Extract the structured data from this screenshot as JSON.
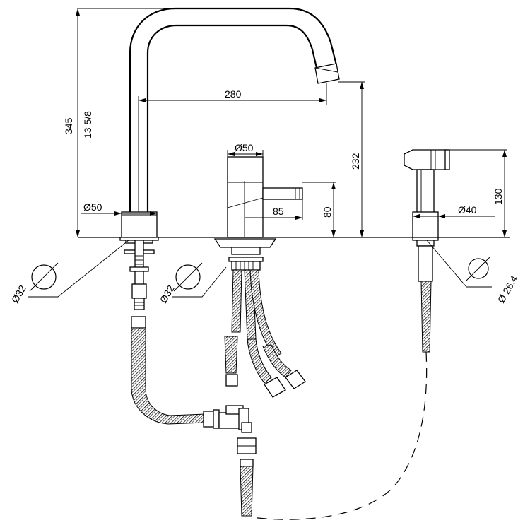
{
  "dimensions": {
    "total_height": "345",
    "total_height_inch": "13 5/8",
    "spout_reach": "280",
    "spout_height": "232",
    "mixer_diameter": "Ø50",
    "handle_length": "85",
    "mixer_height": "80",
    "base_diameter": "Ø50",
    "spray_height": "130",
    "spray_diameter": "Ø40",
    "hole_left": "Ø32",
    "hole_mid": "Ø32",
    "hole_right": "Ø 26.4"
  }
}
